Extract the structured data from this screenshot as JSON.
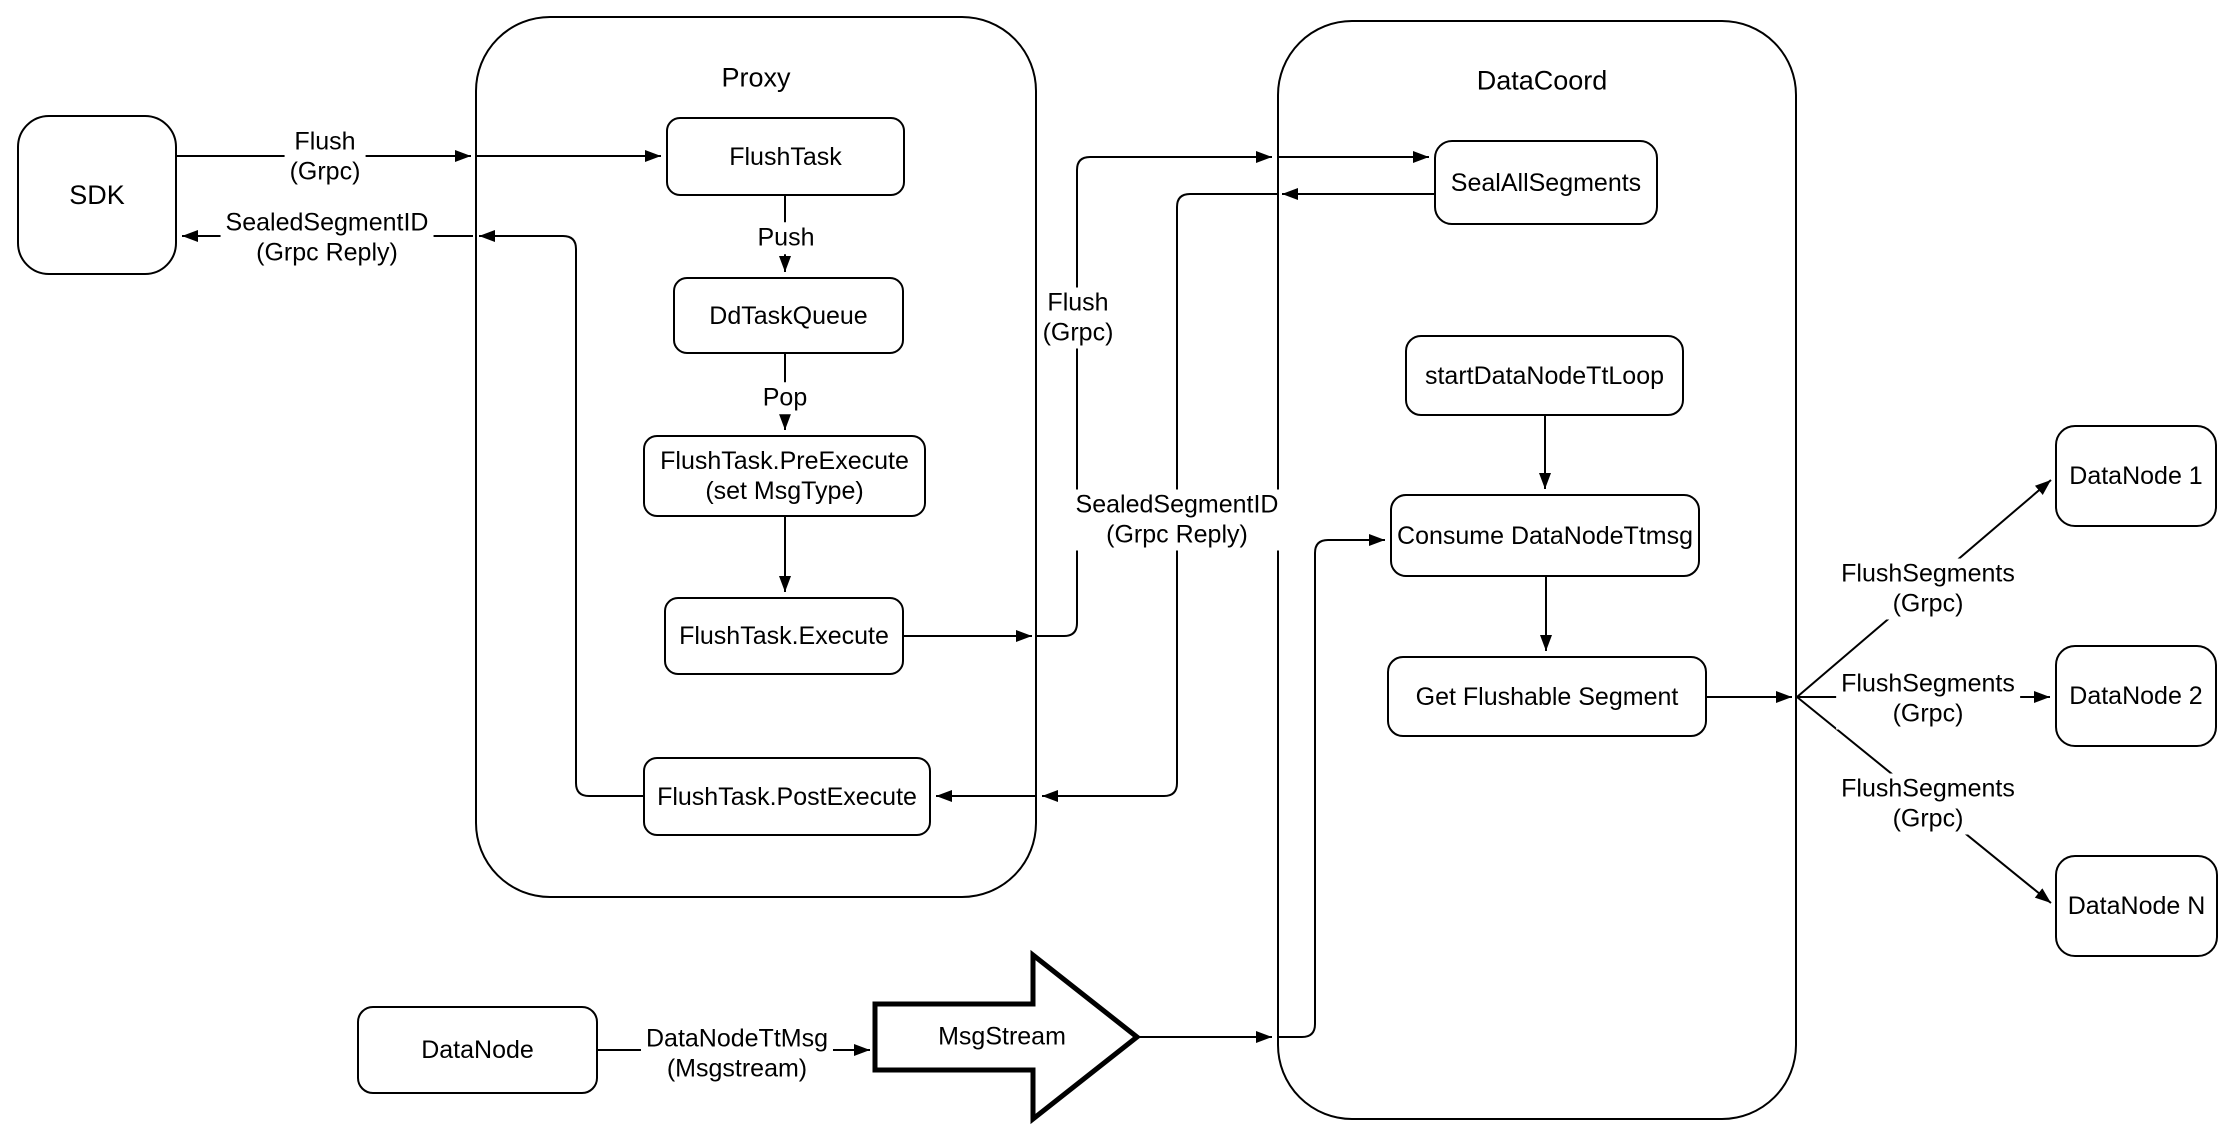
{
  "colors": {
    "stroke": "#000000",
    "background": "#ffffff"
  },
  "containers": {
    "proxy": {
      "title": "Proxy"
    },
    "datacoord": {
      "title": "DataCoord"
    }
  },
  "nodes": {
    "sdk": "SDK",
    "flushTask": "FlushTask",
    "ddTaskQueue": "DdTaskQueue",
    "preExecute1": "FlushTask.PreExecute",
    "preExecute2": "(set MsgType)",
    "execute": "FlushTask.Execute",
    "postExecute": "FlushTask.PostExecute",
    "sealAllSegments": "SealAllSegments",
    "startDataNodeTtLoop": "startDataNodeTtLoop",
    "consumeDataNodeTtmsg": "Consume DataNodeTtmsg",
    "getFlushableSegment": "Get Flushable Segment",
    "dataNode1": "DataNode 1",
    "dataNode2": "DataNode 2",
    "dataNodeN": "DataNode N",
    "dataNodeBottom": "DataNode",
    "msgStream": "MsgStream"
  },
  "edgeLabels": {
    "flushSdk": {
      "l1": "Flush",
      "l2": "(Grpc)"
    },
    "sealedSdk": {
      "l1": "SealedSegmentID",
      "l2": "(Grpc Reply)"
    },
    "push": {
      "l1": "Push"
    },
    "pop": {
      "l1": "Pop"
    },
    "flushMid": {
      "l1": "Flush",
      "l2": "(Grpc)"
    },
    "sealedMid": {
      "l1": "SealedSegmentID",
      "l2": "(Grpc Reply)"
    },
    "flushSegments1": {
      "l1": "FlushSegments",
      "l2": "(Grpc)"
    },
    "flushSegments2": {
      "l1": "FlushSegments",
      "l2": "(Grpc)"
    },
    "flushSegments3": {
      "l1": "FlushSegments",
      "l2": "(Grpc)"
    },
    "dataNodeTtMsg": {
      "l1": "DataNodeTtMsg",
      "l2": "(Msgstream)"
    }
  }
}
